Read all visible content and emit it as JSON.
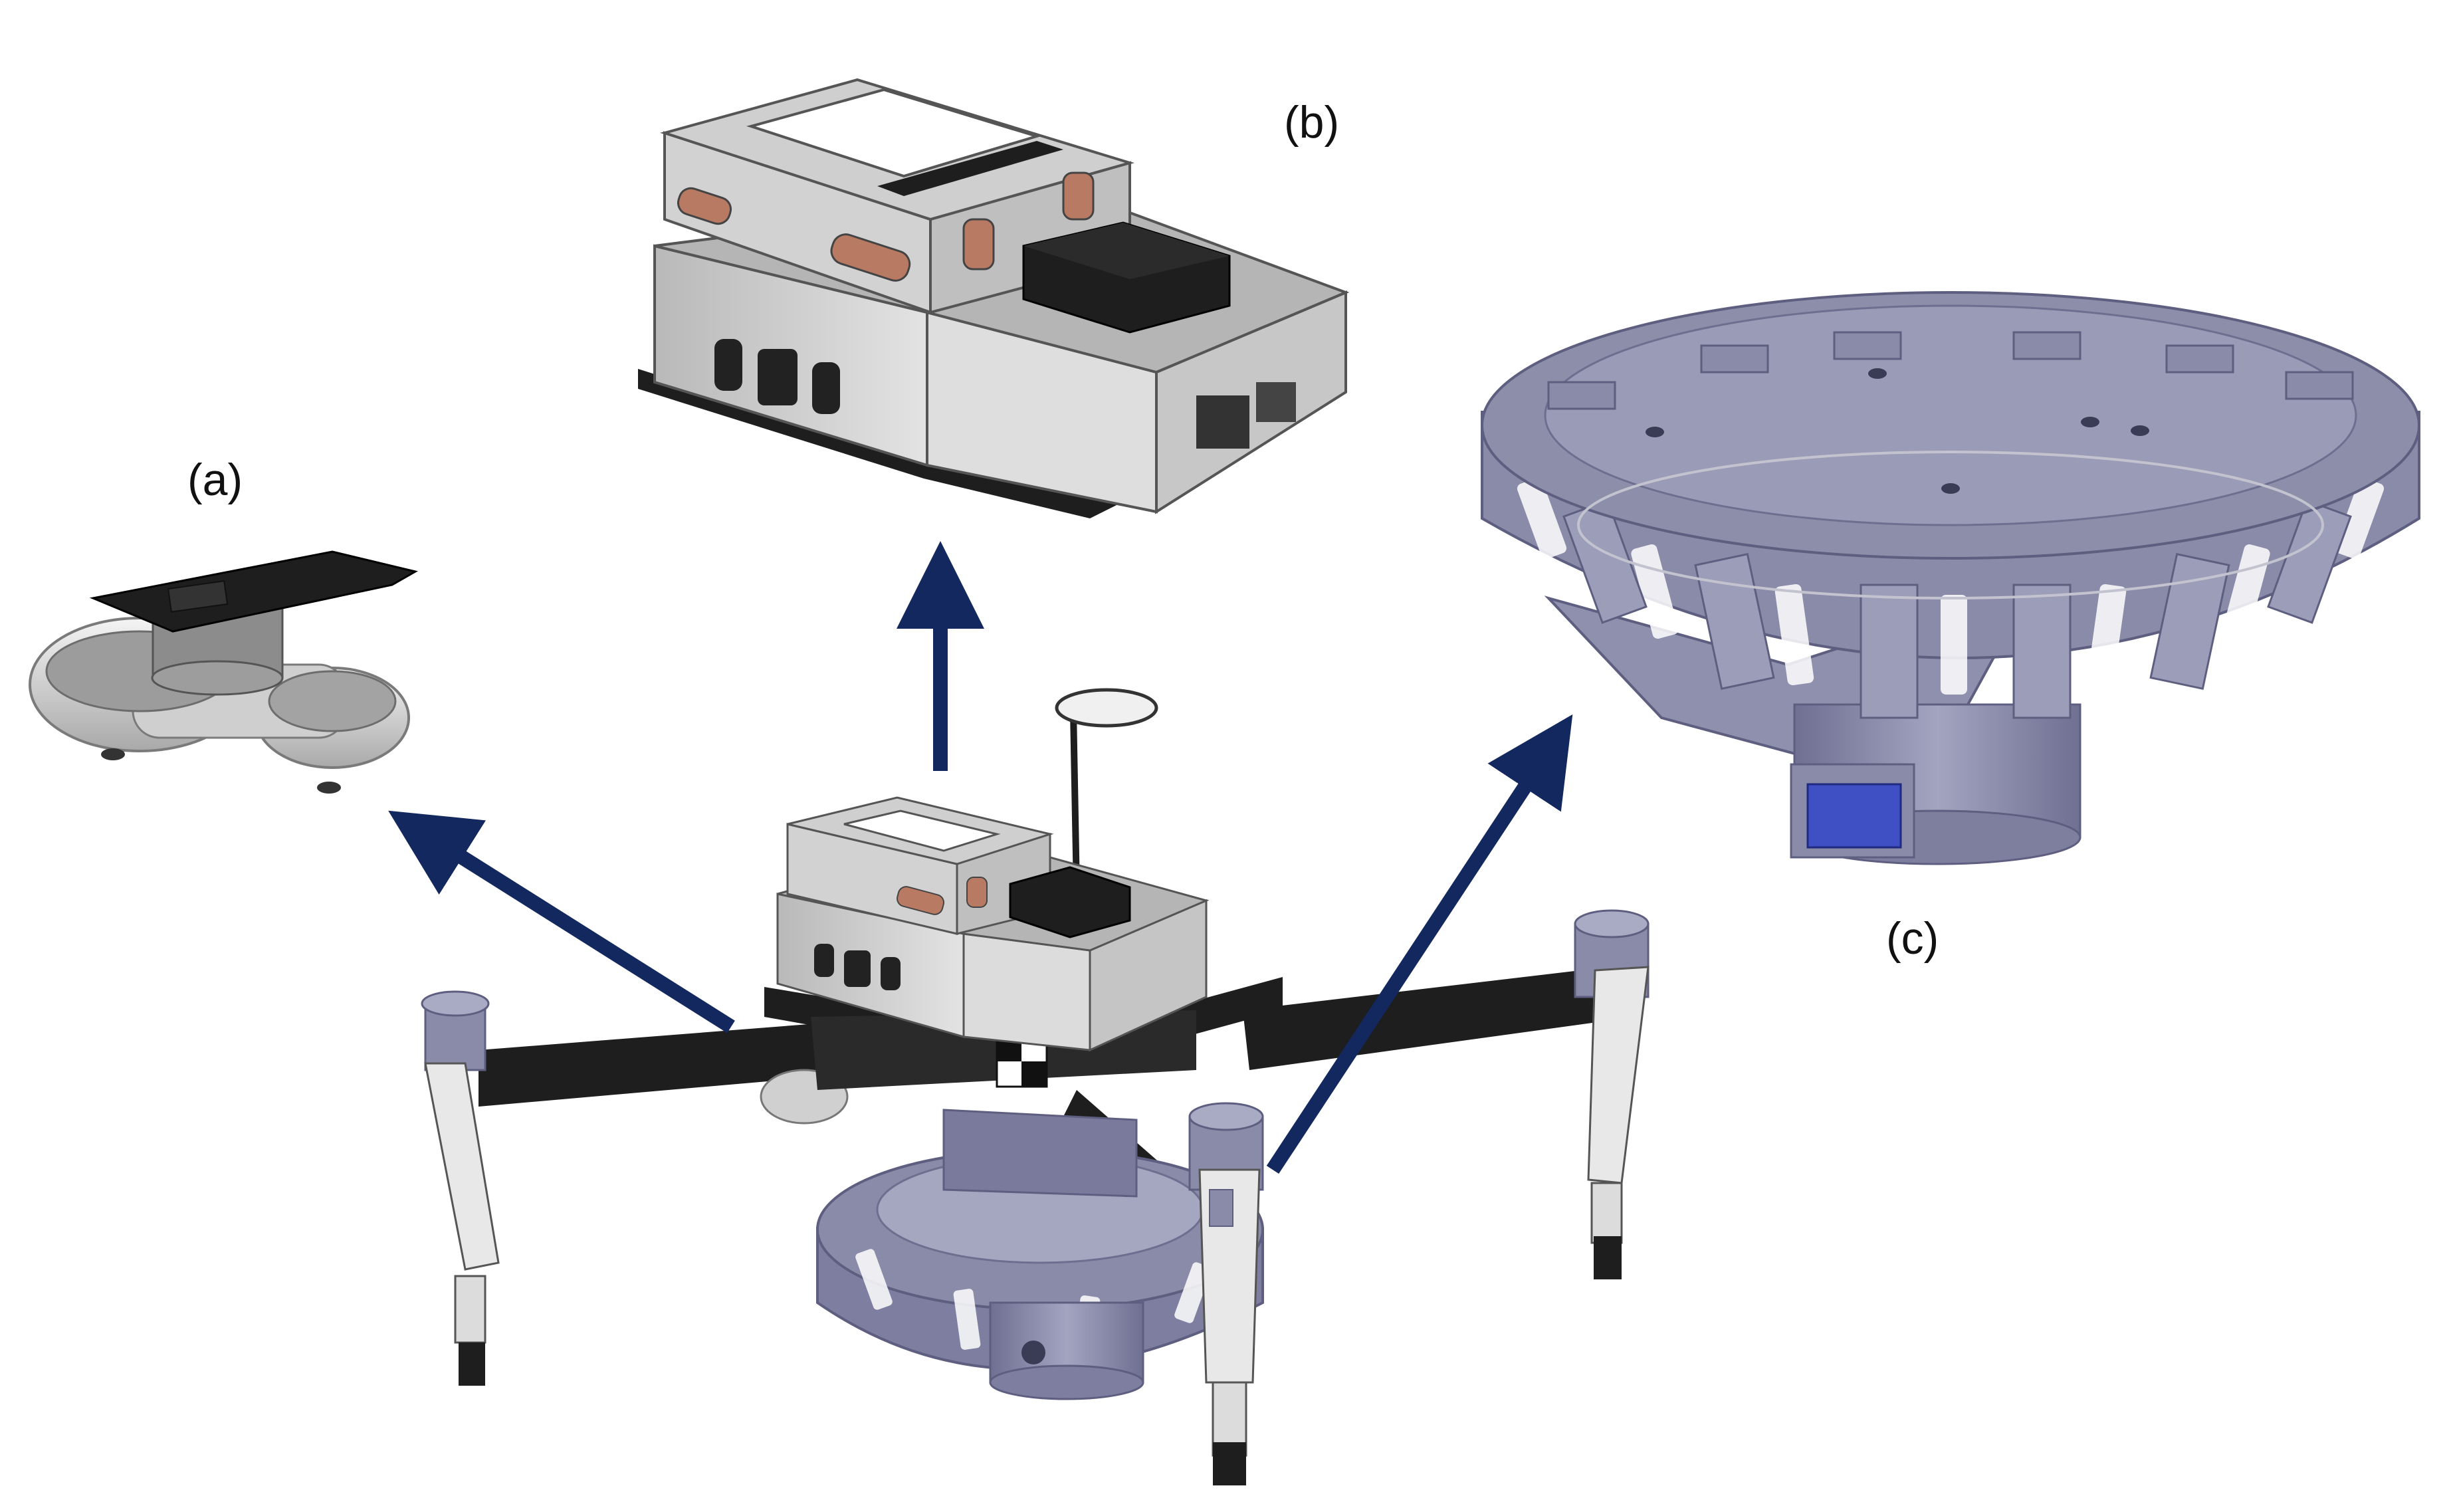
{
  "labels": {
    "a": "(a)",
    "b": "(b)",
    "c": "(c)"
  },
  "colors": {
    "arrow": "#12285e",
    "frame_black": "#1e1e1e",
    "housing_grey": "#c9c9c9",
    "housing_dark": "#8e8e8e",
    "copper_accent": "#b87a63",
    "lavender_part": "#8a8ba8",
    "lavender_dark": "#5e5f80",
    "lavender_light": "#a9aac4",
    "blue_connector": "#3f4fc4",
    "gimbal_silver": "#d9d9d9",
    "antenna_black": "#222222"
  },
  "components": [
    {
      "id": "a",
      "icon": "gimbal-module-icon"
    },
    {
      "id": "b",
      "icon": "compute-payload-box-icon"
    },
    {
      "id": "c",
      "icon": "circular-sensor-mount-icon"
    },
    {
      "id": "main",
      "icon": "quadcopter-drone-assembly-icon"
    }
  ]
}
